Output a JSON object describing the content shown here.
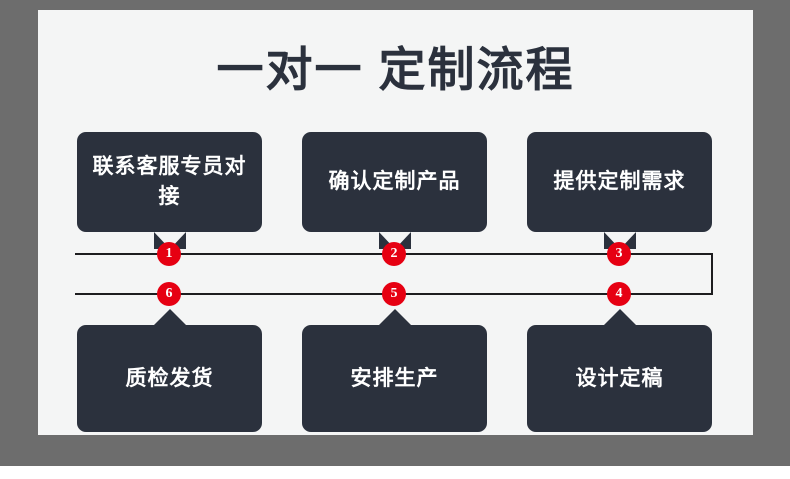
{
  "page": {
    "title": "一对一 定制流程",
    "frame_color": "#6d6d6d",
    "panel_color": "#f4f5f5",
    "box_color": "#2b313d",
    "accent_color": "#e60012",
    "line_color": "#1d1d1f"
  },
  "flow": {
    "top_row": [
      {
        "label": "联系客服专员对接",
        "step": "1"
      },
      {
        "label": "确认定制产品",
        "step": "2"
      },
      {
        "label": "提供定制需求",
        "step": "3"
      }
    ],
    "bottom_row": [
      {
        "label": "质检发货",
        "step": "6"
      },
      {
        "label": "安排生产",
        "step": "5"
      },
      {
        "label": "设计定稿",
        "step": "4"
      }
    ]
  }
}
